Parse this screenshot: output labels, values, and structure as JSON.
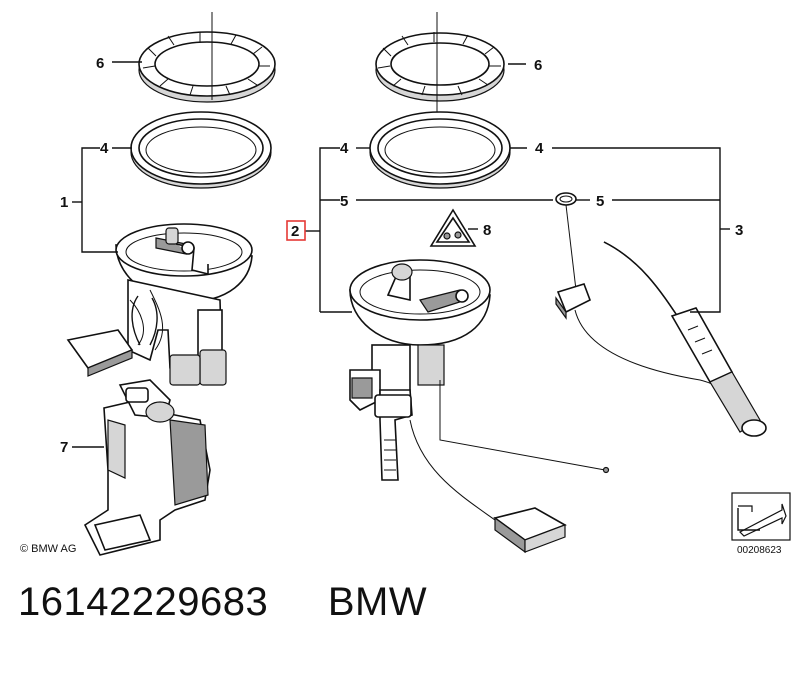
{
  "diagram": {
    "callouts": {
      "c6_left": "6",
      "c4_left": "4",
      "c1": "1",
      "c7": "7",
      "c2": "2",
      "c4_mid": "4",
      "c5_mid": "5",
      "c6_right": "6",
      "c4_right": "4",
      "c5_right": "5",
      "c8": "8",
      "c3": "3"
    },
    "copyright": "© BMW AG",
    "reference_number": "00208623",
    "highlighted_callout": "2",
    "highlight_color": "#e53935"
  },
  "caption": {
    "part_number": "16142229683",
    "brand": "BMW"
  }
}
